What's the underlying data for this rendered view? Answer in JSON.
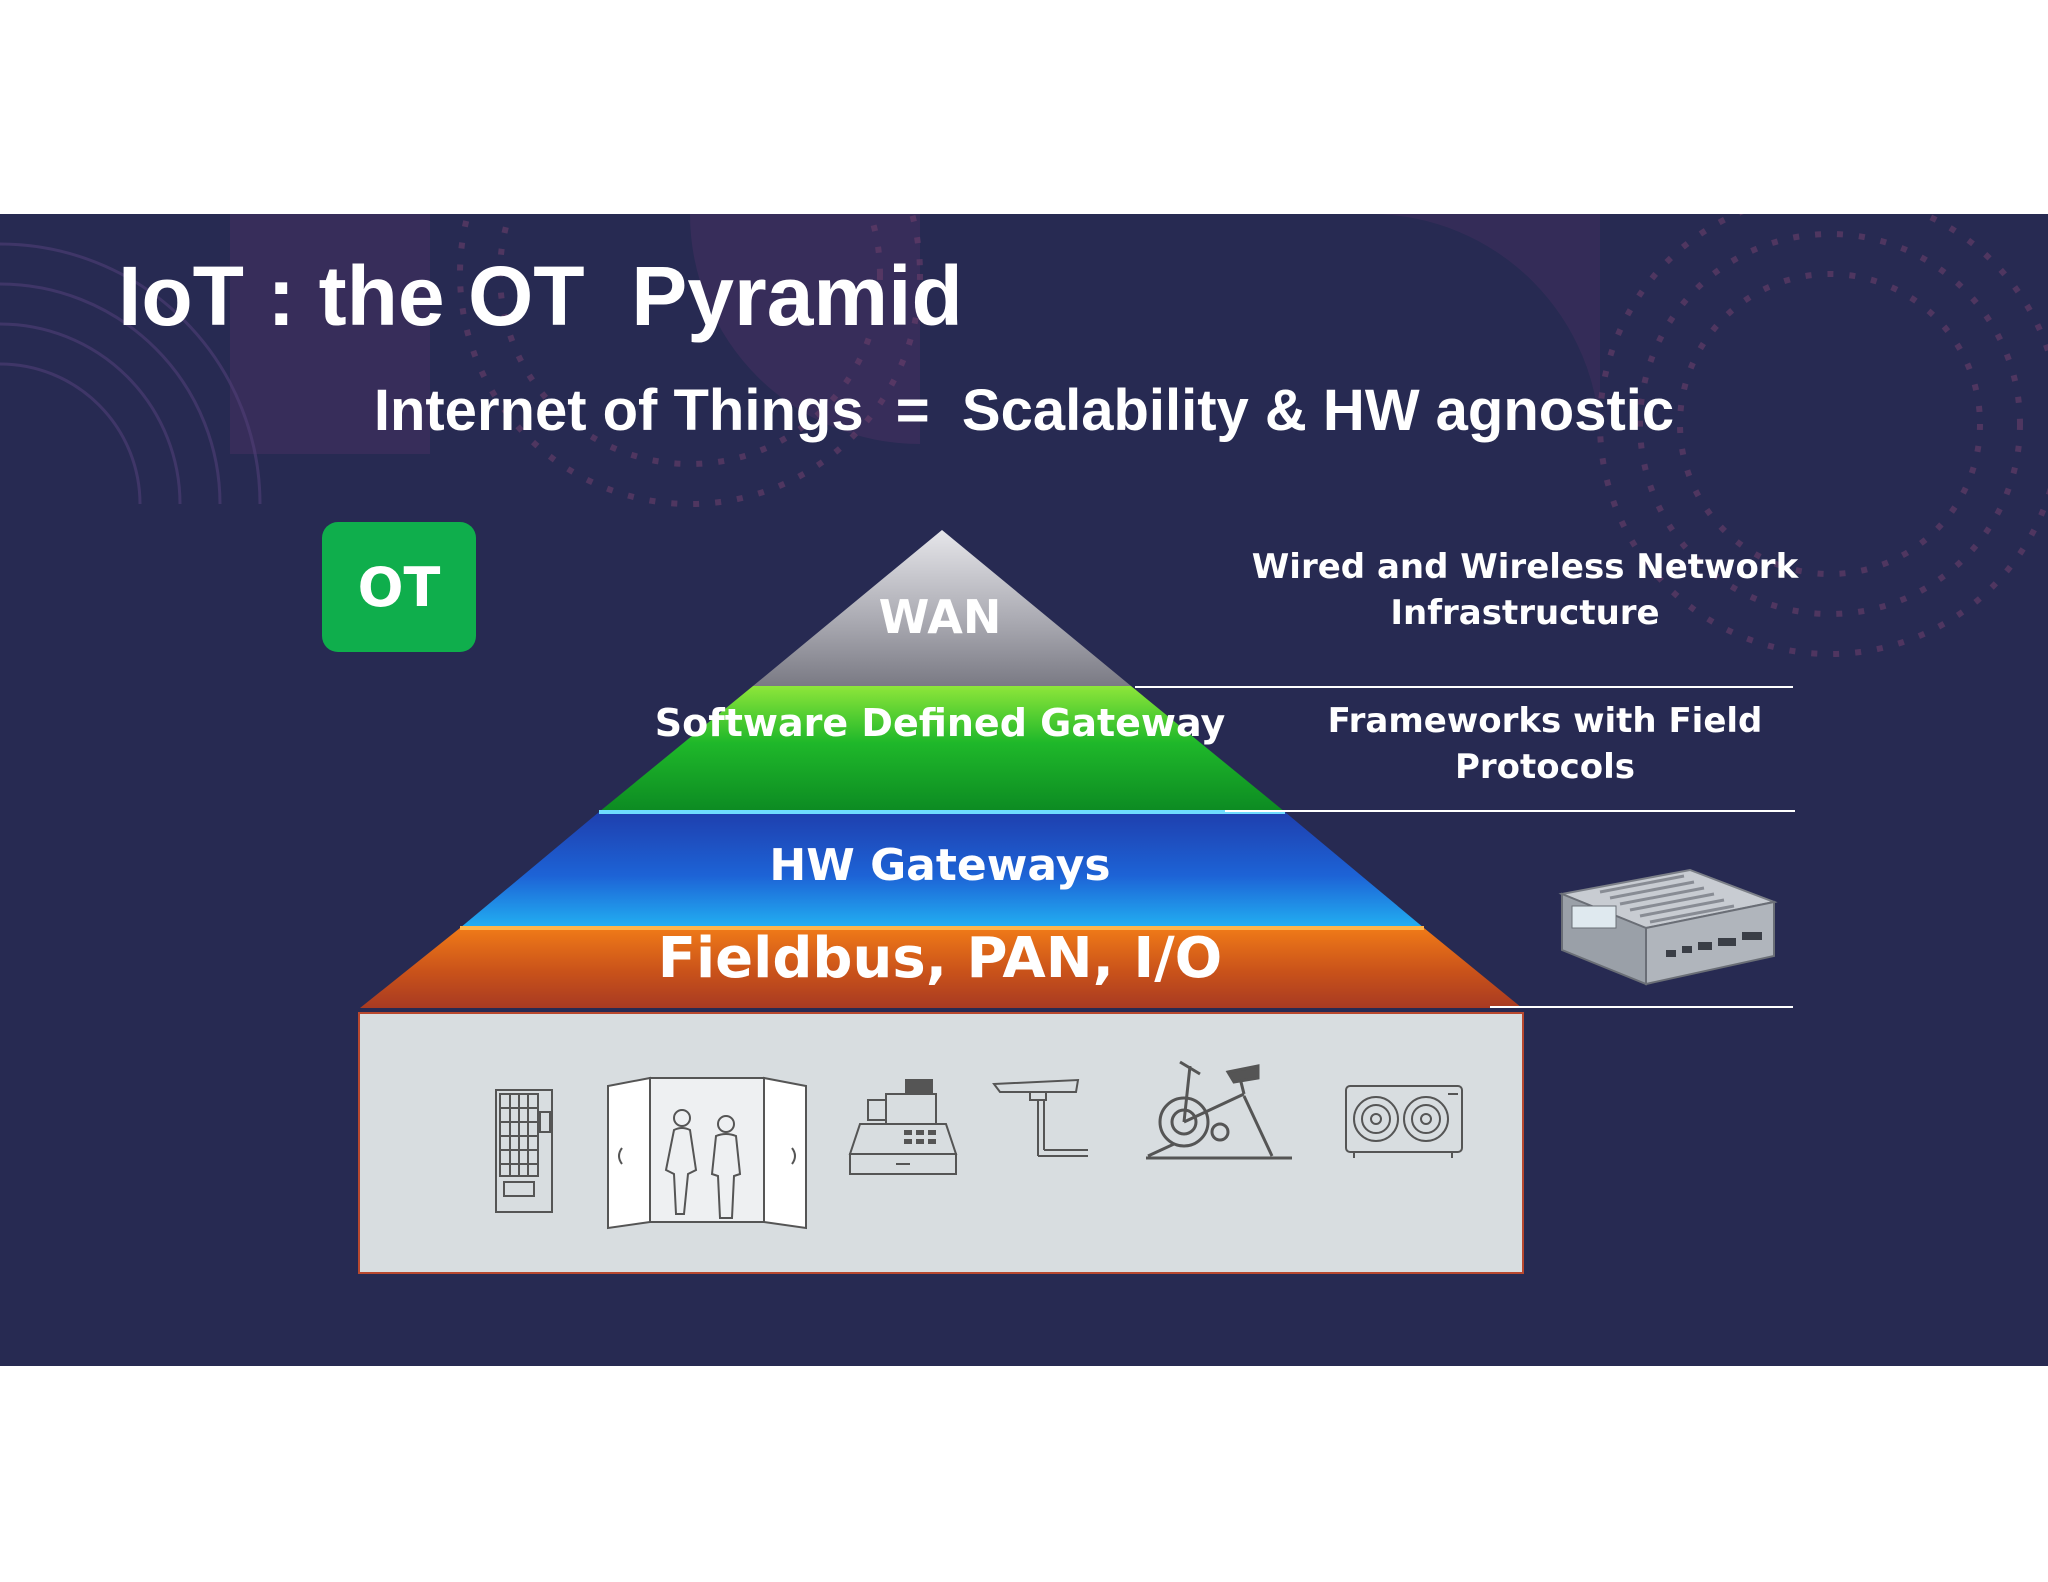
{
  "slide": {
    "title": "IoT : the OT  Pyramid",
    "subtitle": "Internet of Things  =  Scalability & HW agnostic",
    "badge": "OT"
  },
  "pyramid": {
    "levels": [
      {
        "label": "WAN",
        "description": "Wired and Wireless Network Infrastructure",
        "color": "#b0b0b6"
      },
      {
        "label": "Software Defined Gateway",
        "description": "Frameworks with Field Protocols",
        "color": "#17b22b"
      },
      {
        "label": "HW Gateways",
        "description": "",
        "color": "#1f6fe0"
      },
      {
        "label": "Fieldbus, PAN, I/O",
        "description": "",
        "color": "#d0561c"
      }
    ]
  },
  "devices": {
    "icons": [
      "vending-machine-icon",
      "automatic-door-icon",
      "cash-register-icon",
      "sensor-pole-icon",
      "exercise-bike-icon",
      "air-conditioner-unit-icon"
    ]
  },
  "colors": {
    "background": "#272a52",
    "badge": "#0fae4c",
    "device_box": "#d8dde0",
    "text": "#ffffff"
  }
}
